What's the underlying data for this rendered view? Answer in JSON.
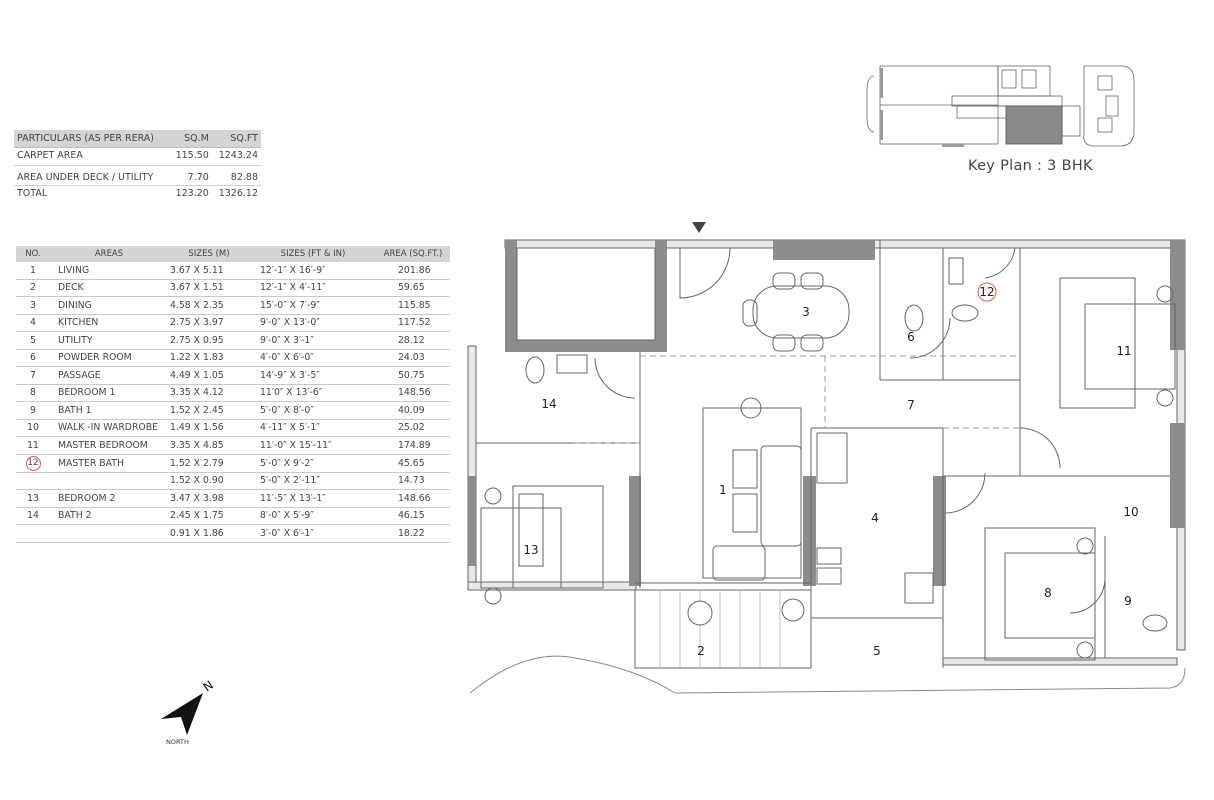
{
  "rera_table": {
    "headers": [
      "PARTICULARS (AS PER RERA)",
      "SQ.M",
      "SQ.FT"
    ],
    "rows": [
      {
        "label": "CARPET AREA",
        "sqm": "115.50",
        "sqft": "1243.24"
      },
      {
        "label": "AREA UNDER DECK / UTILITY",
        "sqm": "7.70",
        "sqft": "82.88"
      },
      {
        "label": "TOTAL",
        "sqm": "123.20",
        "sqft": "1326.12"
      }
    ]
  },
  "areas_table": {
    "headers": [
      "NO.",
      "AREAS",
      "SIZES (M)",
      "SIZES (FT & IN)",
      "AREA (SQ.FT.)"
    ],
    "rows": [
      {
        "no": "1",
        "name": "LIVING",
        "size_m": "3.67 X 5.11",
        "size_ft": "12′-1″ X 16′-9″",
        "area": "201.86"
      },
      {
        "no": "2",
        "name": "DECK",
        "size_m": "3.67 X 1.51",
        "size_ft": "12′-1″ X 4′-11″",
        "area": "59.65"
      },
      {
        "no": "3",
        "name": "DINING",
        "size_m": "4.58 X 2.35",
        "size_ft": "15′-0″ X 7′-9″",
        "area": "115.85"
      },
      {
        "no": "4",
        "name": "KITCHEN",
        "size_m": "2.75 X 3.97",
        "size_ft": "9′-0″ X 13′-0″",
        "area": "117.52"
      },
      {
        "no": "5",
        "name": "UTILITY",
        "size_m": "2.75 X 0.95",
        "size_ft": "9′-0″ X 3′-1″",
        "area": "28.12"
      },
      {
        "no": "6",
        "name": "POWDER ROOM",
        "size_m": "1.22 X 1.83",
        "size_ft": "4′-0″ X 6′-0″",
        "area": "24.03"
      },
      {
        "no": "7",
        "name": "PASSAGE",
        "size_m": "4.49 X 1.05",
        "size_ft": "14′-9″ X 3′-5″",
        "area": "50.75"
      },
      {
        "no": "8",
        "name": "BEDROOM 1",
        "size_m": "3.35 X 4.12",
        "size_ft": "11′0″ X 13′-6″",
        "area": "148.56"
      },
      {
        "no": "9",
        "name": "BATH 1",
        "size_m": "1.52 X 2.45",
        "size_ft": "5′-0″ X 8′-0″",
        "area": "40.09"
      },
      {
        "no": "10",
        "name": "WALK -IN WARDROBE",
        "size_m": "1.49 X 1.56",
        "size_ft": "4′-11″ X 5′-1″",
        "area": "25.02"
      },
      {
        "no": "11",
        "name": "MASTER BEDROOM",
        "size_m": "3.35 X 4.85",
        "size_ft": "11′-0″ X 15′-11″",
        "area": "174.89"
      },
      {
        "no": "12",
        "name": "MASTER BATH",
        "size_m": "1.52 X 2.79",
        "size_ft": "5′-0″ X 9′-2″",
        "area": "45.65",
        "highlight": true
      },
      {
        "no": "",
        "name": "",
        "size_m": "1.52 X 0.90",
        "size_ft": "5′-0″ X 2′-11″",
        "area": "14.73"
      },
      {
        "no": "13",
        "name": "BEDROOM 2",
        "size_m": "3.47 X 3.98",
        "size_ft": "11′-5″ X 13′-1″",
        "area": "148.66"
      },
      {
        "no": "14",
        "name": "BATH 2",
        "size_m": "2.45 X 1.75",
        "size_ft": "8′-0″ X 5′-9″",
        "area": "46.15"
      },
      {
        "no": "",
        "name": "",
        "size_m": "0.91 X 1.86",
        "size_ft": "3′-0″ X 6′-1″",
        "area": "18.22"
      }
    ]
  },
  "key_plan": {
    "label": "Key Plan : 3 BHK"
  },
  "compass": {
    "label": "NORTH",
    "letter": "N",
    "icon": "north-arrow-icon"
  },
  "floor_plan": {
    "room_labels": [
      "1",
      "2",
      "3",
      "4",
      "5",
      "6",
      "7",
      "8",
      "9",
      "10",
      "11",
      "12",
      "13",
      "14"
    ],
    "highlighted_room": "12",
    "entrance_marker": "entrance-arrow-icon"
  },
  "colors": {
    "wall_dark": "#8c8c8c",
    "wall_light": "#e6e6e6",
    "line": "#555555",
    "table_header": "#d4d4d4",
    "highlight_circle": "#dd5555",
    "keyplan_fill": "#8a8a8a"
  }
}
